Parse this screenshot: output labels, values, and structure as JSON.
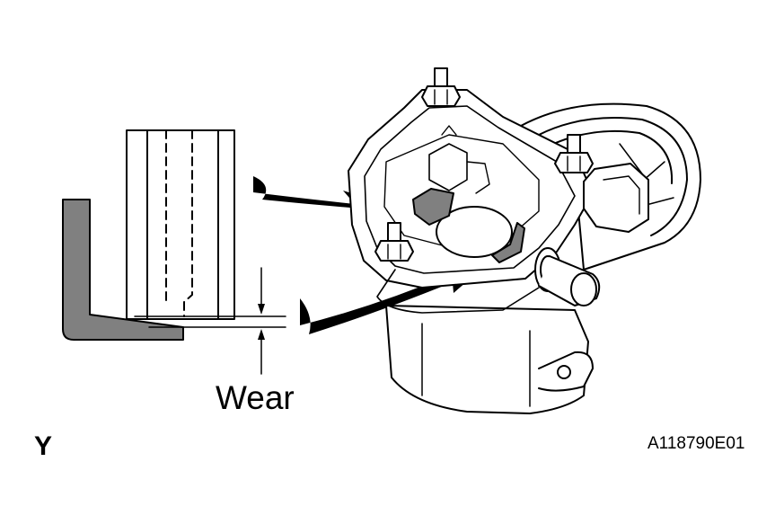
{
  "figure": {
    "wear_label": "Wear",
    "view_letter": "Y",
    "figure_code": "A118790E01"
  },
  "colors": {
    "line": "#000000",
    "worn_part_fill": "#808080",
    "background": "#ffffff"
  }
}
